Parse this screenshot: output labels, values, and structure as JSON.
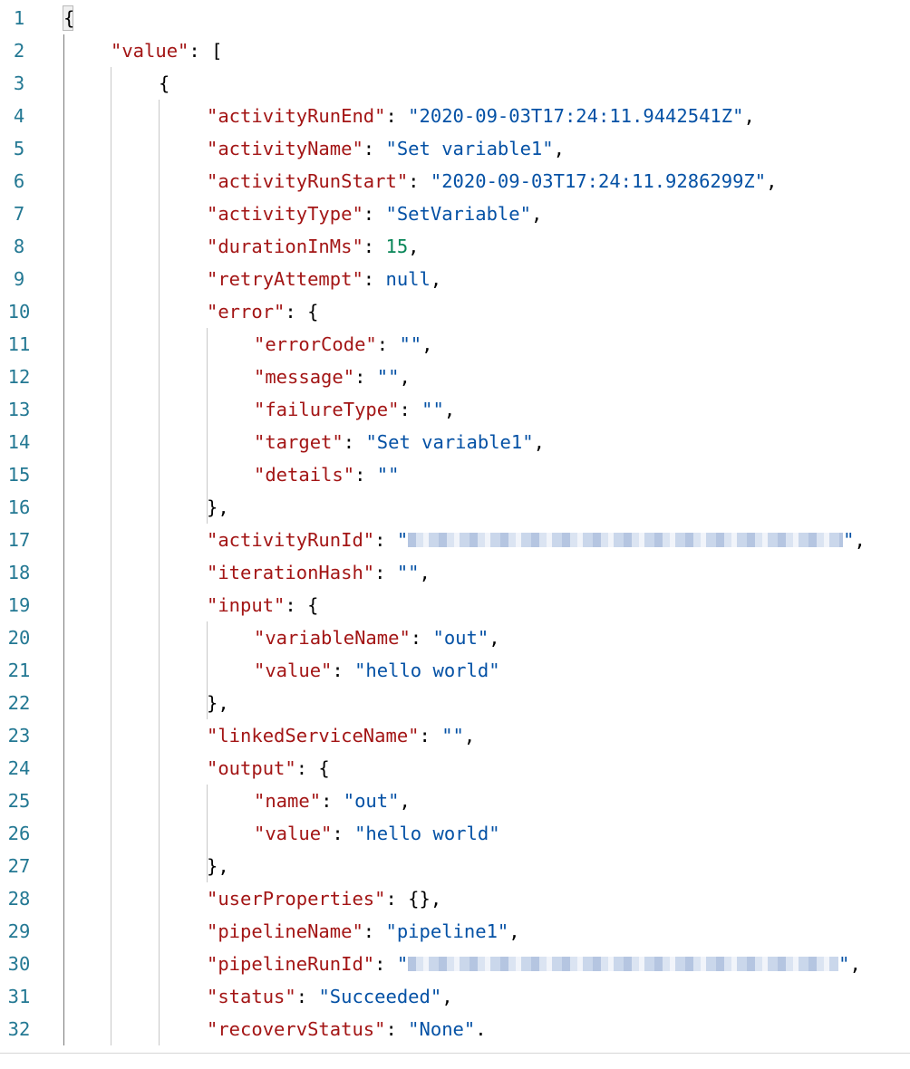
{
  "lines": [
    {
      "num": "1",
      "tokens": [
        {
          "t": "p",
          "v": "{"
        }
      ]
    },
    {
      "num": "2",
      "tokens": [
        {
          "t": "key",
          "v": "\"value\""
        },
        {
          "t": "p",
          "v": ": ["
        }
      ]
    },
    {
      "num": "3",
      "tokens": [
        {
          "t": "p",
          "v": "{"
        }
      ]
    },
    {
      "num": "4",
      "tokens": [
        {
          "t": "key",
          "v": "\"activityRunEnd\""
        },
        {
          "t": "p",
          "v": ": "
        },
        {
          "t": "str",
          "v": "\"2020-09-03T17:24:11.9442541Z\""
        },
        {
          "t": "p",
          "v": ","
        }
      ]
    },
    {
      "num": "5",
      "tokens": [
        {
          "t": "key",
          "v": "\"activityName\""
        },
        {
          "t": "p",
          "v": ": "
        },
        {
          "t": "str",
          "v": "\"Set variable1\""
        },
        {
          "t": "p",
          "v": ","
        }
      ]
    },
    {
      "num": "6",
      "tokens": [
        {
          "t": "key",
          "v": "\"activityRunStart\""
        },
        {
          "t": "p",
          "v": ": "
        },
        {
          "t": "str",
          "v": "\"2020-09-03T17:24:11.9286299Z\""
        },
        {
          "t": "p",
          "v": ","
        }
      ]
    },
    {
      "num": "7",
      "tokens": [
        {
          "t": "key",
          "v": "\"activityType\""
        },
        {
          "t": "p",
          "v": ": "
        },
        {
          "t": "str",
          "v": "\"SetVariable\""
        },
        {
          "t": "p",
          "v": ","
        }
      ]
    },
    {
      "num": "8",
      "tokens": [
        {
          "t": "key",
          "v": "\"durationInMs\""
        },
        {
          "t": "p",
          "v": ": "
        },
        {
          "t": "num",
          "v": "15"
        },
        {
          "t": "p",
          "v": ","
        }
      ]
    },
    {
      "num": "9",
      "tokens": [
        {
          "t": "key",
          "v": "\"retryAttempt\""
        },
        {
          "t": "p",
          "v": ": "
        },
        {
          "t": "kw",
          "v": "null"
        },
        {
          "t": "p",
          "v": ","
        }
      ]
    },
    {
      "num": "10",
      "tokens": [
        {
          "t": "key",
          "v": "\"error\""
        },
        {
          "t": "p",
          "v": ": {"
        }
      ]
    },
    {
      "num": "11",
      "tokens": [
        {
          "t": "key",
          "v": "\"errorCode\""
        },
        {
          "t": "p",
          "v": ": "
        },
        {
          "t": "str",
          "v": "\"\""
        },
        {
          "t": "p",
          "v": ","
        }
      ]
    },
    {
      "num": "12",
      "tokens": [
        {
          "t": "key",
          "v": "\"message\""
        },
        {
          "t": "p",
          "v": ": "
        },
        {
          "t": "str",
          "v": "\"\""
        },
        {
          "t": "p",
          "v": ","
        }
      ]
    },
    {
      "num": "13",
      "tokens": [
        {
          "t": "key",
          "v": "\"failureType\""
        },
        {
          "t": "p",
          "v": ": "
        },
        {
          "t": "str",
          "v": "\"\""
        },
        {
          "t": "p",
          "v": ","
        }
      ]
    },
    {
      "num": "14",
      "tokens": [
        {
          "t": "key",
          "v": "\"target\""
        },
        {
          "t": "p",
          "v": ": "
        },
        {
          "t": "str",
          "v": "\"Set variable1\""
        },
        {
          "t": "p",
          "v": ","
        }
      ]
    },
    {
      "num": "15",
      "tokens": [
        {
          "t": "key",
          "v": "\"details\""
        },
        {
          "t": "p",
          "v": ": "
        },
        {
          "t": "str",
          "v": "\"\""
        }
      ]
    },
    {
      "num": "16",
      "tokens": [
        {
          "t": "p",
          "v": "},"
        }
      ]
    },
    {
      "num": "17",
      "tokens": [
        {
          "t": "key",
          "v": "\"activityRunId\""
        },
        {
          "t": "p",
          "v": ": "
        },
        {
          "t": "str",
          "v": "\""
        },
        {
          "t": "redacted",
          "v": ""
        },
        {
          "t": "str",
          "v": "\""
        },
        {
          "t": "p",
          "v": ","
        }
      ]
    },
    {
      "num": "18",
      "tokens": [
        {
          "t": "key",
          "v": "\"iterationHash\""
        },
        {
          "t": "p",
          "v": ": "
        },
        {
          "t": "str",
          "v": "\"\""
        },
        {
          "t": "p",
          "v": ","
        }
      ]
    },
    {
      "num": "19",
      "tokens": [
        {
          "t": "key",
          "v": "\"input\""
        },
        {
          "t": "p",
          "v": ": {"
        }
      ]
    },
    {
      "num": "20",
      "tokens": [
        {
          "t": "key",
          "v": "\"variableName\""
        },
        {
          "t": "p",
          "v": ": "
        },
        {
          "t": "str",
          "v": "\"out\""
        },
        {
          "t": "p",
          "v": ","
        }
      ]
    },
    {
      "num": "21",
      "tokens": [
        {
          "t": "key",
          "v": "\"value\""
        },
        {
          "t": "p",
          "v": ": "
        },
        {
          "t": "str",
          "v": "\"hello world\""
        }
      ]
    },
    {
      "num": "22",
      "tokens": [
        {
          "t": "p",
          "v": "},"
        }
      ]
    },
    {
      "num": "23",
      "tokens": [
        {
          "t": "key",
          "v": "\"linkedServiceName\""
        },
        {
          "t": "p",
          "v": ": "
        },
        {
          "t": "str",
          "v": "\"\""
        },
        {
          "t": "p",
          "v": ","
        }
      ]
    },
    {
      "num": "24",
      "tokens": [
        {
          "t": "key",
          "v": "\"output\""
        },
        {
          "t": "p",
          "v": ": {"
        }
      ]
    },
    {
      "num": "25",
      "tokens": [
        {
          "t": "key",
          "v": "\"name\""
        },
        {
          "t": "p",
          "v": ": "
        },
        {
          "t": "str",
          "v": "\"out\""
        },
        {
          "t": "p",
          "v": ","
        }
      ]
    },
    {
      "num": "26",
      "tokens": [
        {
          "t": "key",
          "v": "\"value\""
        },
        {
          "t": "p",
          "v": ": "
        },
        {
          "t": "str",
          "v": "\"hello world\""
        }
      ]
    },
    {
      "num": "27",
      "tokens": [
        {
          "t": "p",
          "v": "},"
        }
      ]
    },
    {
      "num": "28",
      "tokens": [
        {
          "t": "key",
          "v": "\"userProperties\""
        },
        {
          "t": "p",
          "v": ": {},"
        }
      ]
    },
    {
      "num": "29",
      "tokens": [
        {
          "t": "key",
          "v": "\"pipelineName\""
        },
        {
          "t": "p",
          "v": ": "
        },
        {
          "t": "str",
          "v": "\"pipeline1\""
        },
        {
          "t": "p",
          "v": ","
        }
      ]
    },
    {
      "num": "30",
      "tokens": [
        {
          "t": "key",
          "v": "\"pipelineRunId\""
        },
        {
          "t": "p",
          "v": ": "
        },
        {
          "t": "str",
          "v": "\""
        },
        {
          "t": "redacted",
          "v": ""
        },
        {
          "t": "str",
          "v": "\""
        },
        {
          "t": "p",
          "v": ","
        }
      ]
    },
    {
      "num": "31",
      "tokens": [
        {
          "t": "key",
          "v": "\"status\""
        },
        {
          "t": "p",
          "v": ": "
        },
        {
          "t": "str",
          "v": "\"Succeeded\""
        },
        {
          "t": "p",
          "v": ","
        }
      ]
    },
    {
      "num": "32",
      "tokens": [
        {
          "t": "key",
          "v": "\"recovervStatus\""
        },
        {
          "t": "p",
          "v": ": "
        },
        {
          "t": "str",
          "v": "\"None\""
        },
        {
          "t": "p",
          "v": "."
        }
      ]
    }
  ],
  "colors": {
    "line_number": "#237893",
    "key": "#a31515",
    "string": "#0451a5",
    "number": "#098658",
    "keyword": "#0451a5",
    "punctuation": "#000000"
  }
}
